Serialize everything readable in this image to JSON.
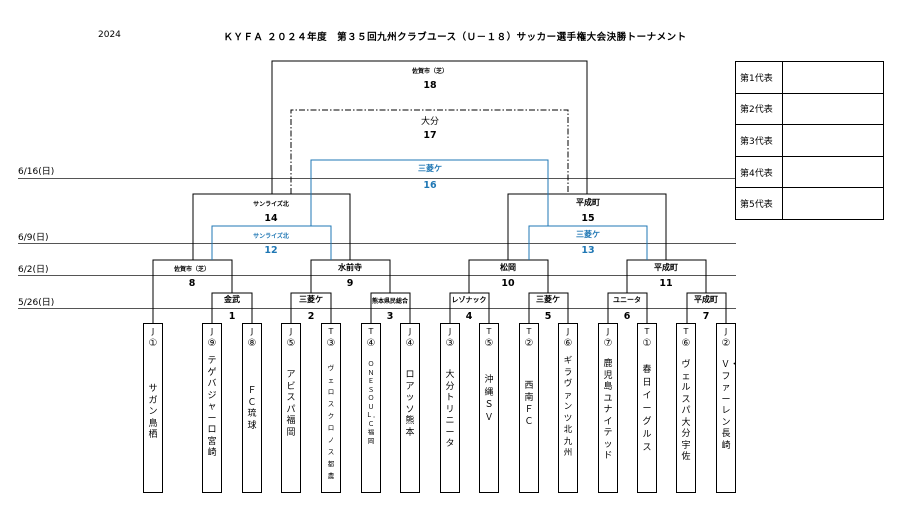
{
  "header": {
    "year": "2024",
    "title": "ＫＹＦＡ ２０２４年度　第３５回九州クラブユース（Ｕ－１８）サッカー選手権大会決勝トーナメント"
  },
  "dates": [
    "6/16(日)",
    "6/9(日)",
    "6/2(日)",
    "5/26(日)"
  ],
  "teams": [
    {
      "league": "J",
      "seed": "①",
      "name": "サガン鳥栖"
    },
    {
      "league": "J",
      "seed": "⑨",
      "name": "テゲバジャーロ宮崎"
    },
    {
      "league": "J",
      "seed": "⑧",
      "name": "ＦＣ琉球"
    },
    {
      "league": "J",
      "seed": "⑤",
      "name": "アビスパ福岡"
    },
    {
      "league": "T",
      "seed": "③",
      "name": "ヴェロスクロノス都農"
    },
    {
      "league": "T",
      "seed": "④",
      "name": "ＯＮＥＳＯＵＬ．Ｃ福岡"
    },
    {
      "league": "J",
      "seed": "④",
      "name": "ロアッソ熊本"
    },
    {
      "league": "J",
      "seed": "③",
      "name": "大分トリニータ"
    },
    {
      "league": "T",
      "seed": "⑤",
      "name": "沖縄ＳＶ"
    },
    {
      "league": "T",
      "seed": "②",
      "name": "西南ＦＣ"
    },
    {
      "league": "J",
      "seed": "⑥",
      "name": "ギラヴァンツ北九州"
    },
    {
      "league": "J",
      "seed": "⑦",
      "name": "鹿児島ユナイテッド"
    },
    {
      "league": "T",
      "seed": "①",
      "name": "春日イーグルス"
    },
    {
      "league": "T",
      "seed": "⑥",
      "name": "ヴェルスパ大分宇佐"
    },
    {
      "league": "J",
      "seed": "②",
      "name": "Ｖ・ファーレン長崎"
    }
  ],
  "matches": {
    "m1": {
      "no": "1",
      "venue": "金武"
    },
    "m2": {
      "no": "2",
      "venue": "三菱ケ"
    },
    "m3": {
      "no": "3",
      "venue": "熊本県民総合"
    },
    "m4": {
      "no": "4",
      "venue": "レゾナック"
    },
    "m5": {
      "no": "5",
      "venue": "三菱ケ"
    },
    "m6": {
      "no": "6",
      "venue": "ユニータ"
    },
    "m7": {
      "no": "7",
      "venue": "平成町"
    },
    "m8": {
      "no": "8",
      "venue": "佐賀市（芝）"
    },
    "m9": {
      "no": "9",
      "venue": "水前寺"
    },
    "m10": {
      "no": "10",
      "venue": "松岡"
    },
    "m11": {
      "no": "11",
      "venue": "平成町"
    },
    "m12": {
      "no": "12",
      "venue": "サンライズ北"
    },
    "m13": {
      "no": "13",
      "venue": "三菱ケ"
    },
    "m14": {
      "no": "14",
      "venue": "サンライズ北"
    },
    "m15": {
      "no": "15",
      "venue": "平成町"
    },
    "m16": {
      "no": "16",
      "venue": "三菱ケ"
    },
    "m17": {
      "no": "17",
      "venue": "大分"
    },
    "m18": {
      "no": "18",
      "venue": "佐賀市（芝）"
    }
  },
  "representatives": [
    {
      "label": "第1代表",
      "value": ""
    },
    {
      "label": "第2代表",
      "value": ""
    },
    {
      "label": "第3代表",
      "value": ""
    },
    {
      "label": "第4代表",
      "value": ""
    },
    {
      "label": "第5代表",
      "value": ""
    }
  ],
  "colors": {
    "line": "#000000",
    "blue": "#1f77b4",
    "date_line": "#555555"
  }
}
